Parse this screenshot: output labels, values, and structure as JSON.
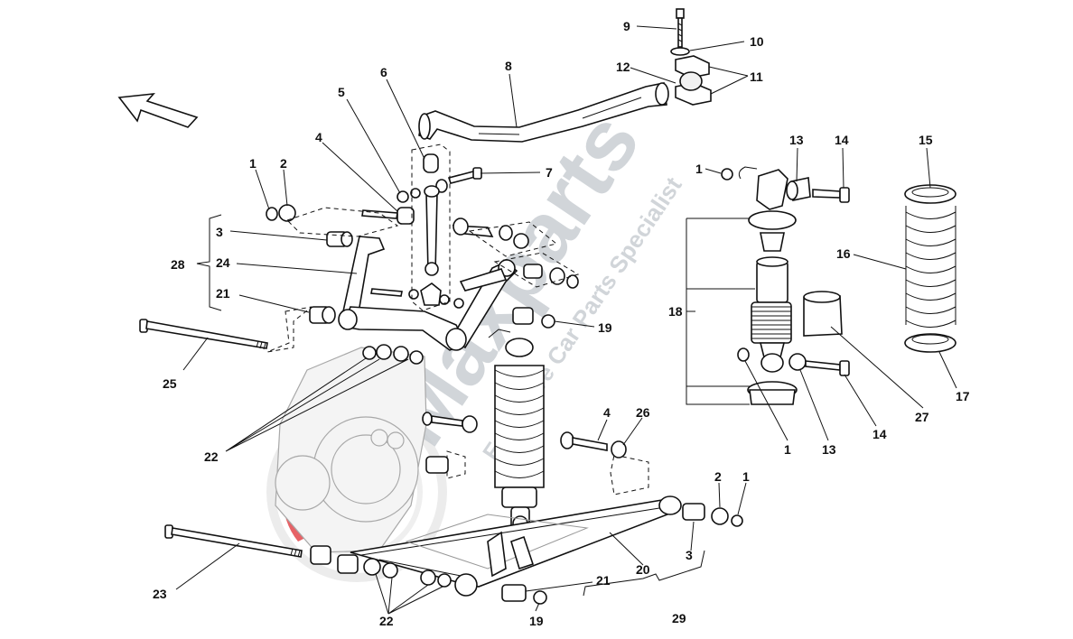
{
  "watermark": {
    "brand": "Maxparts",
    "tagline": "Exclusive Car Parts Specialist",
    "brand_color": "#c9ced3",
    "logo_color": "#e2474b"
  },
  "diagram": {
    "subject": "rear suspension exploded view",
    "callouts": {
      "c1a": "1",
      "c1b": "1",
      "c1c": "1",
      "c1d": "1",
      "c2a": "2",
      "c2b": "2",
      "c3a": "3",
      "c3b": "3",
      "c4a": "4",
      "c4b": "4",
      "c5": "5",
      "c6": "6",
      "c7": "7",
      "c8": "8",
      "c9": "9",
      "c10": "10",
      "c11": "11",
      "c12": "12",
      "c13a": "13",
      "c13b": "13",
      "c14a": "14",
      "c14b": "14",
      "c15": "15",
      "c16": "16",
      "c17": "17",
      "c18": "18",
      "c19a": "19",
      "c19b": "19",
      "c20": "20",
      "c21a": "21",
      "c21b": "21",
      "c22a": "22",
      "c22b": "22",
      "c23": "23",
      "c24": "24",
      "c25": "25",
      "c26": "26",
      "c27": "27",
      "c28": "28",
      "c29": "29"
    }
  }
}
